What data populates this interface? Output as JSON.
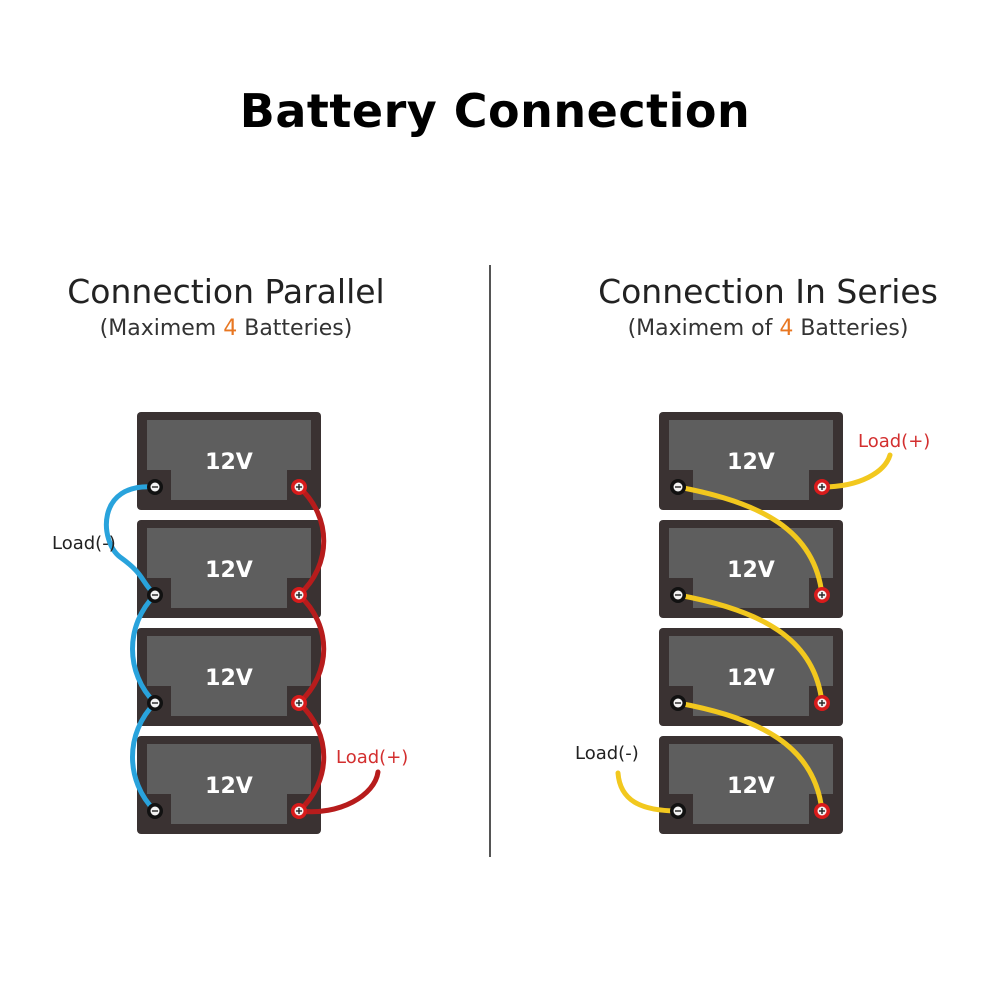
{
  "title": "Battery Connection",
  "parallel": {
    "heading": "Connection Parallel",
    "sub_prefix": "(Maximem ",
    "sub_count": "4",
    "sub_suffix": " Batteries)",
    "battery_label": "12V",
    "load_negative": "Load(-)",
    "load_positive": "Load(+)",
    "wire_colors": {
      "negative": "#29a3dc",
      "positive": "#b71c1c"
    }
  },
  "series": {
    "heading": "Connection In Series",
    "sub_prefix": "(Maximem of ",
    "sub_count": "4",
    "sub_suffix": " Batteries)",
    "battery_label": "12V",
    "load_negative": "Load(-)",
    "load_positive": "Load(+)",
    "wire_color": "#f2c81e"
  },
  "colors": {
    "battery_case": "#3a3232",
    "battery_face": "#5e5e5e",
    "terminal_positive": "#d81b1b",
    "terminal_negative": "#111111",
    "label_positive": "#d32f2f",
    "label_negative": "#222222",
    "accent": "#e87722"
  }
}
